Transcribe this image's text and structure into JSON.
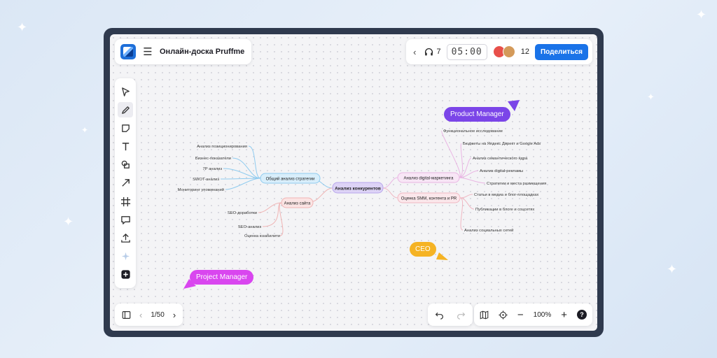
{
  "app": {
    "title": "Онлайн-доска Pruffme"
  },
  "header": {
    "participants_count": "7",
    "timer": "05:00",
    "users_count": "12",
    "share_label": "Поделиться"
  },
  "footer": {
    "page_indicator": "1/50",
    "zoom_level": "100%",
    "help_label": "?"
  },
  "mindmap": {
    "root": "Анализ конкурентов",
    "branch_strategy": "Общий анализ стратегии",
    "branch_site": "Анализ сайта",
    "branch_digital": "Анализ digital-маркетинга",
    "branch_smm": "Оценка SMM, контента и PR",
    "strategy_items": [
      "Анализ позиционирования",
      "Бизнес-показатели",
      "7P анализ",
      "SWOT-анализ",
      "Мониторинг упоминаний"
    ],
    "site_items": [
      "SEO-доработки",
      "SEO-анализ",
      "Оценка юзабилити"
    ],
    "digital_items": [
      "Функциональное исследование",
      "Бюджеты на Яндекс Директ и Google Ads",
      "Анализ семантического ядра",
      "Анализ digital-рекламы",
      "Стратегии и места размещения"
    ],
    "smm_items": [
      "Статьи в медиа и блог-площадках",
      "Публикации в блоге и соцсетях",
      "Анализ социальных сетей"
    ]
  },
  "cursors": {
    "product_manager": "Product Manager",
    "ceo": "CEO",
    "project_manager": "Project Manager"
  },
  "colors": {
    "accent": "#1a73e8",
    "product_manager": "#7b45e8",
    "ceo": "#f5b324",
    "project_manager": "#d946ef",
    "strategy_branch": "#bfe3f8",
    "site_branch": "#f8d9d9",
    "digital_branch": "#f3d9f0",
    "smm_branch": "#f8dde2",
    "root_branch": "#ddd3f6"
  }
}
